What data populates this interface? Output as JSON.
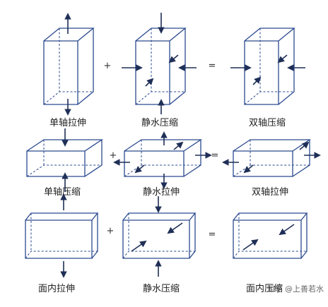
{
  "rows": [
    {
      "captions": [
        "单轴拉伸",
        "静水压缩",
        "双轴压缩"
      ],
      "operators": [
        "+",
        "="
      ]
    },
    {
      "captions": [
        "单轴压缩",
        "静水拉伸",
        "双轴拉伸"
      ],
      "operators": [
        "+",
        "="
      ]
    },
    {
      "captions": [
        "面内拉伸",
        "静水压缩",
        "面内压缩"
      ],
      "operators": [
        "+",
        "="
      ]
    }
  ],
  "watermark": "知乎 @上善若水",
  "colors": {
    "line": "#2b4a8f",
    "face": "#eef2fb",
    "arrow": "#1f2f57"
  }
}
